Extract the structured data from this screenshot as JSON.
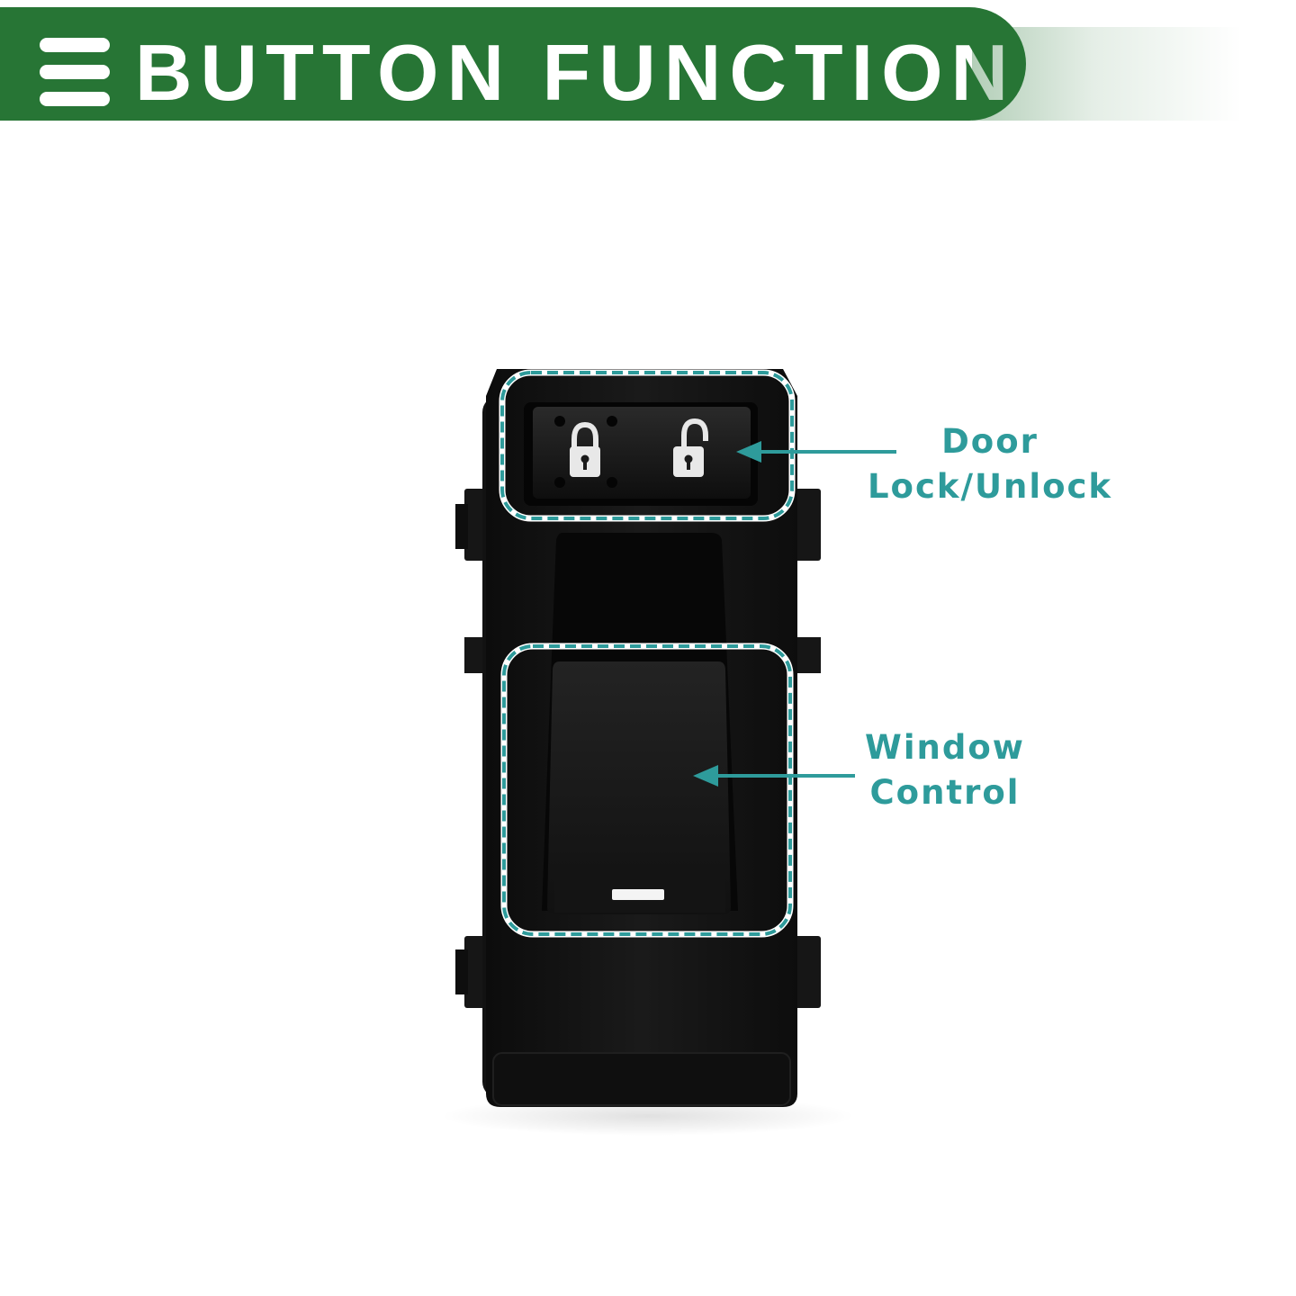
{
  "header": {
    "title": "BUTTON FUNCTION",
    "menu_icon": "menu-icon",
    "color": "#277535"
  },
  "callouts": {
    "lock": {
      "line1": "Door",
      "line2": "Lock/Unlock"
    },
    "window": {
      "line1": "Window",
      "line2": "Control"
    },
    "accent_color": "#2e9b9b"
  },
  "icons": {
    "locked": "lock-closed-icon",
    "unlocked": "lock-open-icon"
  }
}
